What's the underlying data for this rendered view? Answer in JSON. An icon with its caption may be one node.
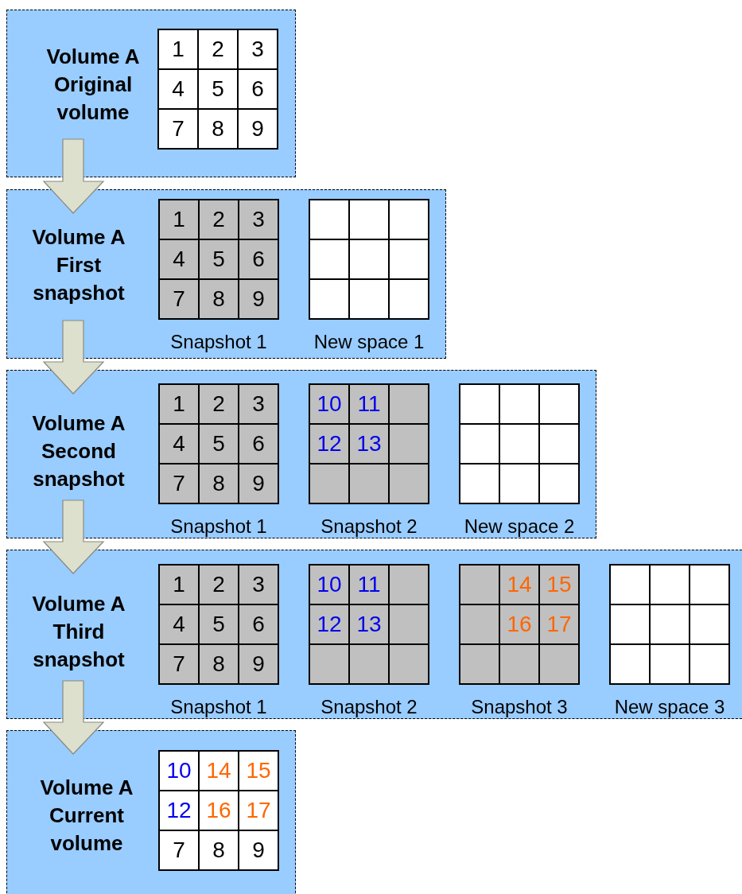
{
  "diagram": {
    "nodes": [
      {
        "text": [
          "Volume A Original volume"
        ]
      },
      {
        "text": [
          "1",
          "2",
          "3",
          "4",
          "5",
          "6",
          "7",
          "8",
          "9"
        ],
        "in": 0
      },
      {
        "text": [
          "Volume A First snapshot"
        ]
      },
      {
        "text": [
          "1",
          "2",
          "3",
          "4",
          "5",
          "6",
          "7",
          "8",
          "9"
        ],
        "in": 2,
        "beside": [
          "Snapshot 1"
        ]
      },
      {
        "text": [],
        "shape": "box",
        "in": 2,
        "beside": [
          "New space 1"
        ]
      },
      {
        "text": [
          "Volume A Second snapshot"
        ]
      },
      {
        "text": [
          "1",
          "2",
          "3",
          "4",
          "5",
          "6",
          "7",
          "8",
          "9"
        ],
        "in": 5,
        "beside": [
          "Snapshot 1"
        ]
      },
      {
        "text": [
          "10",
          "11",
          "12",
          "13"
        ],
        "in": 5,
        "beside": [
          "Snapshot 2"
        ]
      },
      {
        "text": [],
        "shape": "box",
        "in": 5,
        "beside": [
          "New space 2"
        ]
      },
      {
        "text": [
          "Volume A Third snapshot"
        ]
      },
      {
        "text": [
          "1",
          "2",
          "3",
          "4",
          "5",
          "6",
          "7",
          "8",
          "9"
        ],
        "in": 9,
        "beside": [
          "Snapshot 1"
        ]
      },
      {
        "text": [
          "10",
          "11",
          "12",
          "13"
        ],
        "in": 9,
        "beside": [
          "Snapshot 2"
        ]
      },
      {
        "text": [
          "14",
          "15",
          "16",
          "17"
        ],
        "in": 9,
        "beside": [
          "Snapshot 3"
        ]
      },
      {
        "text": [],
        "shape": "box",
        "in": 9,
        "beside": [
          "New space 3"
        ]
      },
      {
        "text": [
          "Volume A Current volume"
        ]
      },
      {
        "text": [
          "10",
          "14",
          "15",
          "12",
          "16",
          "17",
          "7",
          "8",
          "9"
        ],
        "in": 14
      }
    ],
    "edges": [
      {
        "from": 0,
        "to": 2,
        "arrow": "to"
      },
      {
        "from": 2,
        "to": 5,
        "arrow": "to"
      },
      {
        "from": 5,
        "to": 9,
        "arrow": "to"
      },
      {
        "from": 9,
        "to": 14,
        "arrow": "to"
      }
    ]
  }
}
